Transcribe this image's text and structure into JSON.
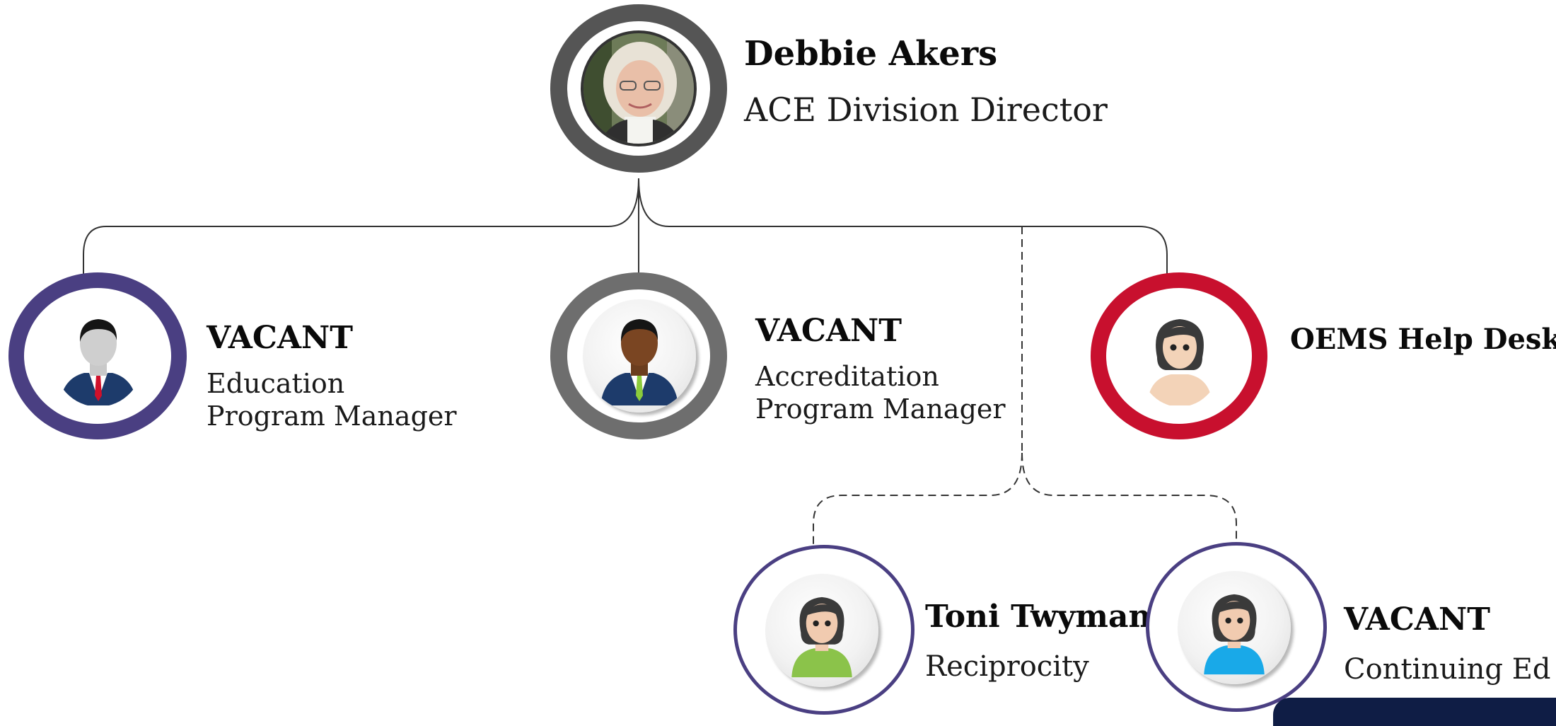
{
  "director": {
    "name": "Debbie Akers",
    "role": "ACE Division Director"
  },
  "members": [
    {
      "name": "VACANT",
      "role": "Education Program Manager",
      "ring_color": "#4a3f82"
    },
    {
      "name": "VACANT",
      "role": "Accreditation Program Manager",
      "ring_color": "#6e6e6e"
    },
    {
      "name": "OEMS Help Desk",
      "role": "",
      "ring_color": "#c8102e"
    }
  ],
  "sub_members": [
    {
      "name": "Toni Twyman",
      "role": "Reciprocity",
      "ring_color": "#4a3f82"
    },
    {
      "name": "VACANT",
      "role": "Continuing Ed",
      "ring_color": "#4a3f82"
    }
  ],
  "colors": {
    "director_ring": "#555555",
    "line": "#333333",
    "footer_bar": "#0f1d45"
  }
}
